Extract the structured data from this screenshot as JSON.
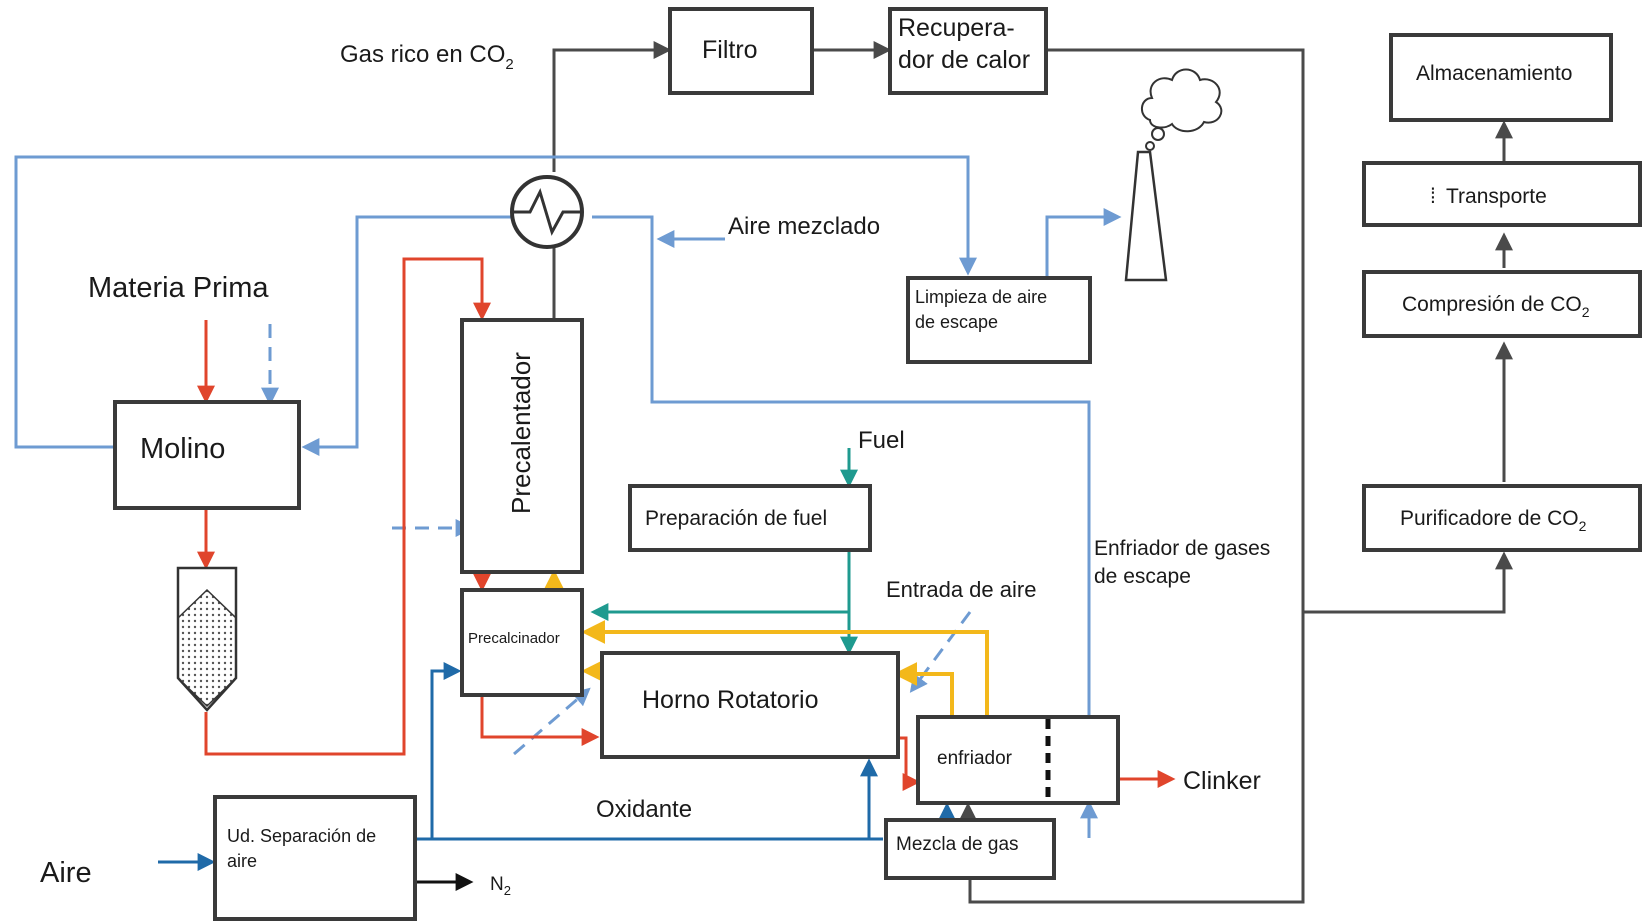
{
  "boxes": {
    "filtro": "Filtro",
    "recuperador_line1": "Recupera-",
    "recuperador_line2": "dor de calor",
    "almacenamiento": "Almacenamiento",
    "transporte": "Transporte",
    "compresion": "Compresión de CO",
    "compresion_sub": "2",
    "purificador": "Purificadore de CO",
    "purificador_sub": "2",
    "limpieza_line1": "Limpieza de aire",
    "limpieza_line2": "de escape",
    "molino": "Molino",
    "precalentador": "Precalentador",
    "preparacion_fuel": "Preparación de fuel",
    "precalcinador": "Precalcinador",
    "horno": "Horno Rotatorio",
    "enfriador": "enfriador",
    "separacion_line1": "Ud. Separación de",
    "separacion_line2": "aire",
    "mezcla_gas": "Mezcla de gas"
  },
  "labels": {
    "gas_rico": "Gas rico en CO",
    "gas_rico_sub": "2",
    "aire_mezclado": "Aire mezclado",
    "materia_prima": "Materia Prima",
    "fuel": "Fuel",
    "enfriador_gases_line1": "Enfriador de gases",
    "enfriador_gases_line2": "de escape",
    "entrada_aire": "Entrada de aire",
    "clinker": "Clinker",
    "oxidante": "Oxidante",
    "aire": "Aire",
    "n2": "N",
    "n2_sub": "2"
  },
  "colors": {
    "red": "#e0452c",
    "light_blue": "#6e9bd2",
    "dark_blue": "#1f6aa8",
    "teal": "#1f9a8f",
    "yellow": "#f3b81b",
    "gray": "#4a4a4a",
    "black": "#111111"
  }
}
